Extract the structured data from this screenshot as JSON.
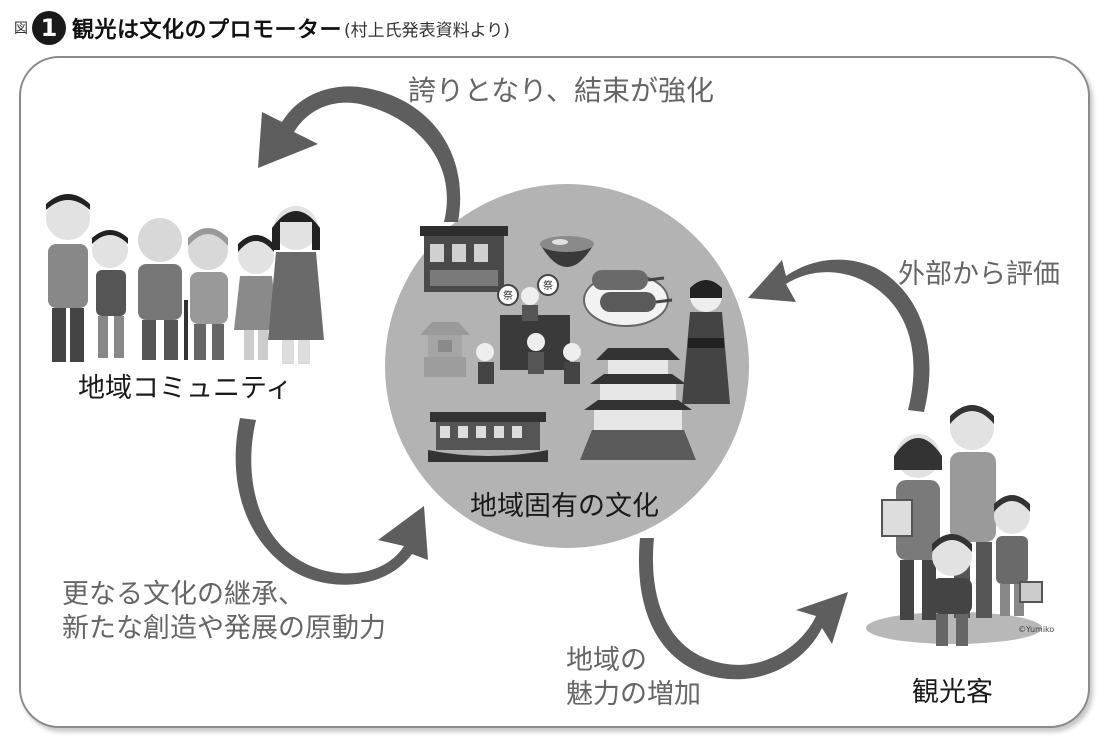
{
  "header": {
    "fig_label": "図",
    "fig_number": "1",
    "title": "観光は文化のプロモーター",
    "source": "(村上氏発表資料より)"
  },
  "nodes": {
    "community": "地域コミュニティ",
    "culture": "地域固有の文化",
    "tourists": "観光客"
  },
  "flows": {
    "pride": "誇りとなり、結束が強化",
    "evaluation": "外部から評価",
    "succession_line1": "更なる文化の継承、",
    "succession_line2": "新たな創造や発展の原動力",
    "attraction_line1": "地域の",
    "attraction_line2": "魅力の増加"
  },
  "illustration_texts": {
    "festival_fan": "祭",
    "copyright": "©Yumiko"
  },
  "colors": {
    "arrow": "#5e5e5e",
    "circle": "#b3b3b3",
    "frame": "#8a8a8a",
    "text_dark": "#1a1a1a",
    "text_gray": "#666666"
  }
}
